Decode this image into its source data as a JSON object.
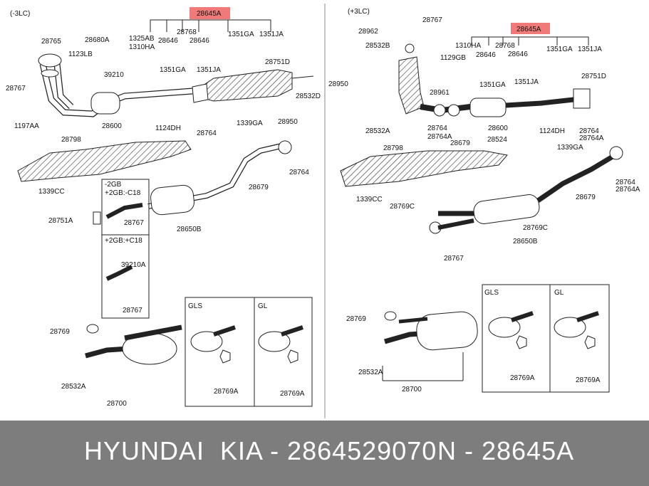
{
  "left_panel": {
    "heading": "(-3LC)",
    "highlight_label": "28645A",
    "labels": [
      "1325AB",
      "1310HA",
      "28646",
      "28768",
      "28646",
      "1351GA",
      "1351JA",
      "28765",
      "28680A",
      "1123LB",
      "39210",
      "1351GA",
      "1351JA",
      "28751D",
      "28767",
      "28532D",
      "1197AA",
      "28600",
      "1124DH",
      "28764",
      "1339GA",
      "28950",
      "28798",
      "28764",
      "28679",
      "1339CC",
      "28751A",
      "28767",
      "28650B",
      "39210A",
      "28767",
      "28769",
      "28532A",
      "28700",
      "28769A",
      "28769A"
    ],
    "inset_top": [
      "-2GB",
      "+2GB:-C18"
    ],
    "inset_bottom": "+2GB:+C18",
    "sub_gls": "GLS",
    "sub_gl": "GL"
  },
  "right_panel": {
    "heading": "(+3LC)",
    "highlight_label": "28645A",
    "labels": [
      "28767",
      "28962",
      "1310HA",
      "28768",
      "28646",
      "1351GA",
      "1351JA",
      "28532B",
      "1129GB",
      "28646",
      "1351GA",
      "1351JA",
      "28751D",
      "28950",
      "28961",
      "28764",
      "28764A",
      "28600",
      "1124DH",
      "28764",
      "28764A",
      "28532A",
      "28679",
      "28524",
      "1339GA",
      "28798",
      "28764",
      "28764A",
      "1339CC",
      "28769C",
      "28679",
      "28769C",
      "28650B",
      "28767",
      "28769",
      "28532A",
      "28700",
      "28769A",
      "28769A"
    ],
    "sub_gls": "GLS",
    "sub_gl": "GL"
  },
  "footer": {
    "brand": "HYUNDAI  KIA - 2864529070",
    "ref": "N - 28645A"
  },
  "colors": {
    "highlight": "#f07a7a",
    "footer_bg": "#7d7d7d"
  }
}
